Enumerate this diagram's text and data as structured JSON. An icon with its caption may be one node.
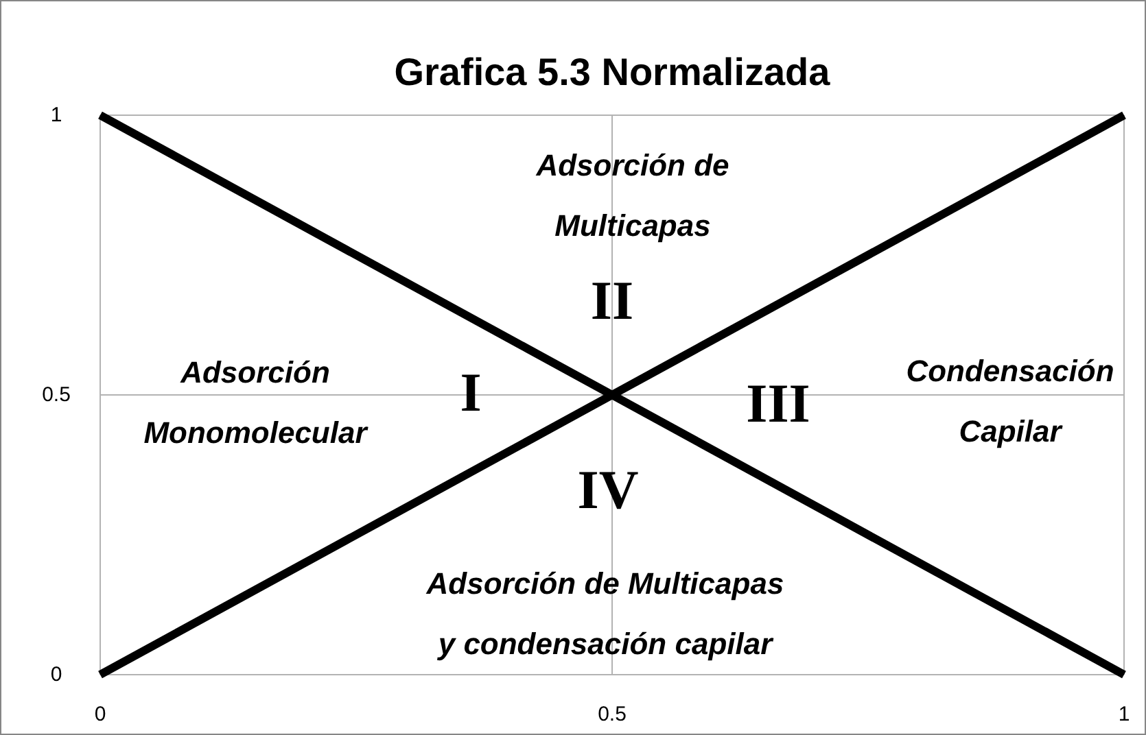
{
  "diagram": {
    "title": "Grafica 5.3 Normalizada",
    "labels": [
      "Adsorción de Multicapas",
      "II",
      "Adsorción Monomolecular",
      "I",
      "III",
      "Condensación Capilar",
      "IV",
      "Adsorción de Multicapas y condensación capilar"
    ],
    "chart_data": {
      "type": "line",
      "x": [
        0,
        0.5,
        1
      ],
      "series": [
        {
          "color": "#000000",
          "values": [
            1,
            0.5,
            0
          ]
        },
        {
          "color": "#000000",
          "values": [
            0,
            0.5,
            1
          ]
        }
      ],
      "xlim": [
        0,
        1
      ],
      "ylim": [
        0,
        1
      ],
      "xticks": [
        0,
        0.5,
        1
      ],
      "yticks": [
        0,
        0.5,
        1
      ]
    }
  }
}
